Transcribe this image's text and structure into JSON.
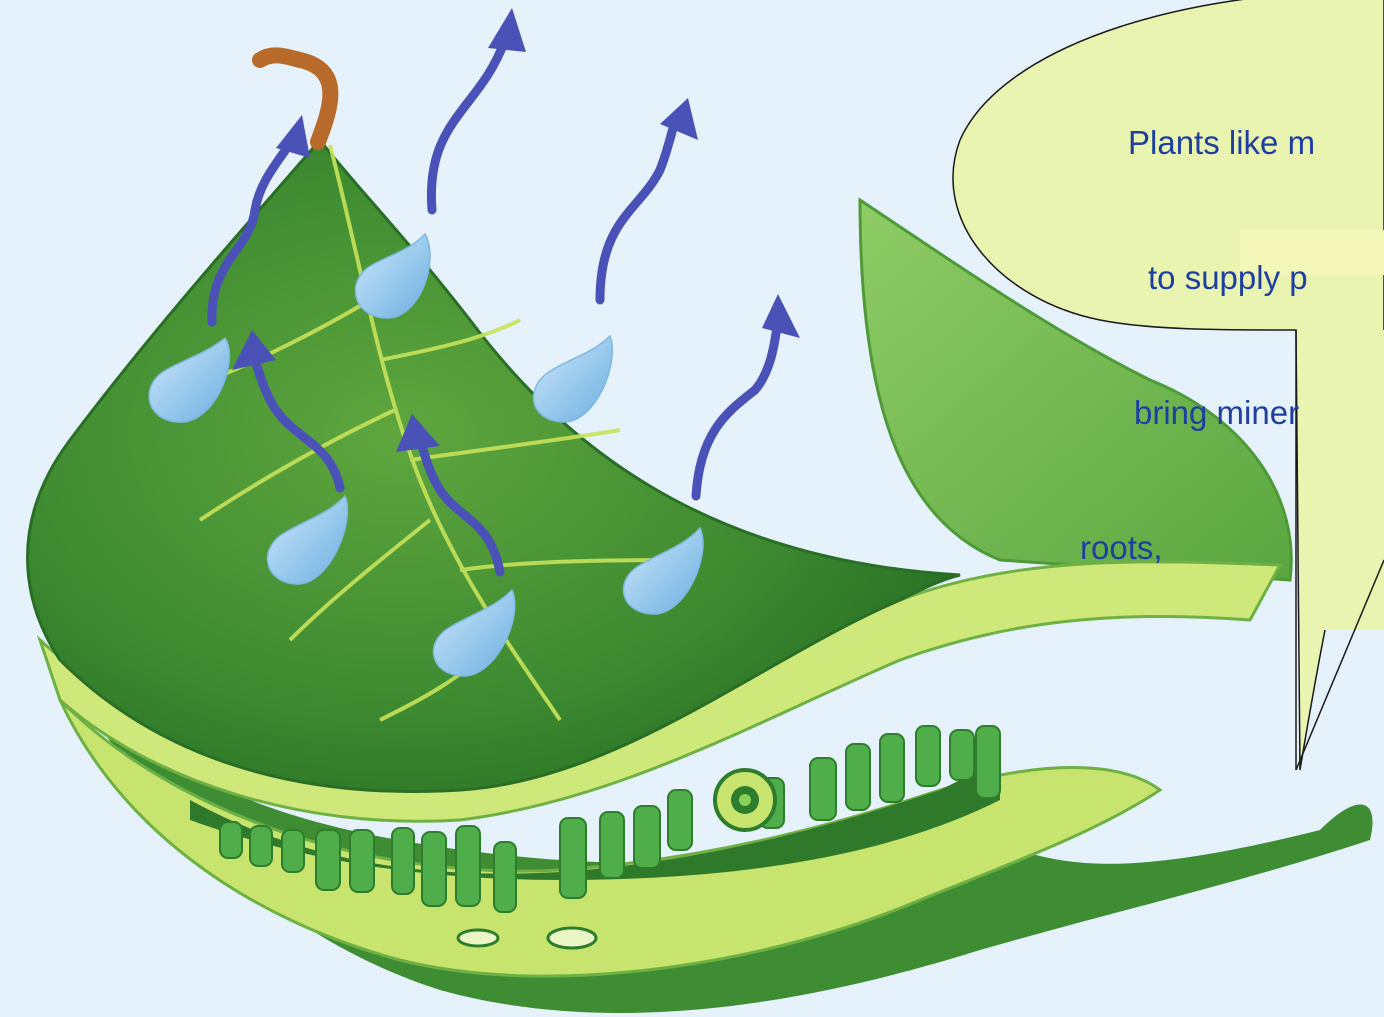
{
  "speech_bubble": {
    "lines": [
      "Plants like m",
      "to supply p",
      "bring miner",
      "roots,"
    ]
  },
  "colors": {
    "background": "#e6f2fb",
    "bubble_fill": "#e8f4b0",
    "leaf_dark": "#2e7d2c",
    "leaf_mid": "#4c9a3a",
    "leaf_light": "#c4e36a",
    "arrow": "#4a52b8",
    "droplet": "#8cc8ee",
    "text": "#1f3fa0"
  },
  "icons": [
    "leaf-cross-section",
    "water-droplet-icon",
    "transpiration-arrow-icon",
    "speech-bubble"
  ]
}
